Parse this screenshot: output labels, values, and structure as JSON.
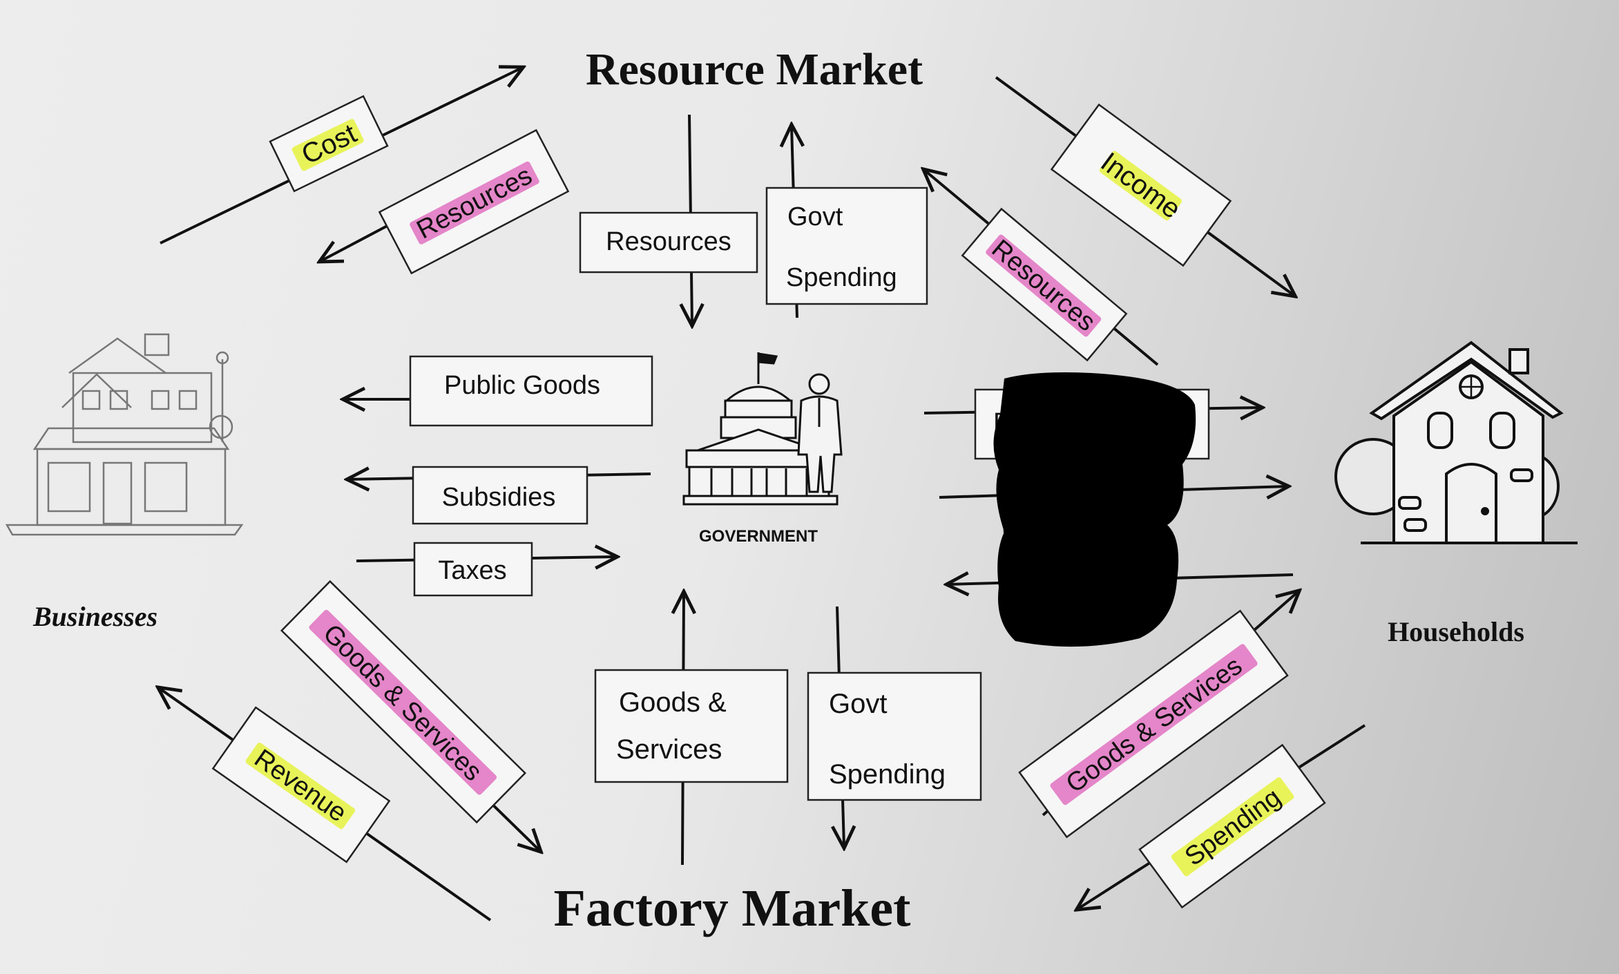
{
  "markets": {
    "resource": "Resource Market",
    "factory": "Factory Market"
  },
  "sectors": {
    "businesses": "Businesses",
    "households": "Households",
    "government": "GOVERNMENT"
  },
  "flow_labels": {
    "cost": "Cost",
    "resources_left": "Resources",
    "income": "Income",
    "resources_right": "Resources",
    "resources_gov": "Resources",
    "govt_top": "Govt",
    "spending_top": "Spending",
    "public_goods": "Public Goods",
    "subsidies": "Subsidies",
    "taxes": "Taxes",
    "goods_services_left": "Goods & Services",
    "revenue": "Revenue",
    "goods_gov_1": "Goods &",
    "goods_gov_2": "Services",
    "govt_bottom": "Govt",
    "spending_bottom": "Spending",
    "goods_services_right": "Goods & Services",
    "spending_right": "Spending",
    "redacted_partial": "P"
  },
  "colors": {
    "highlight_yellow": "#e8f35a",
    "highlight_pink": "#e486c9",
    "redaction": "#000000"
  }
}
